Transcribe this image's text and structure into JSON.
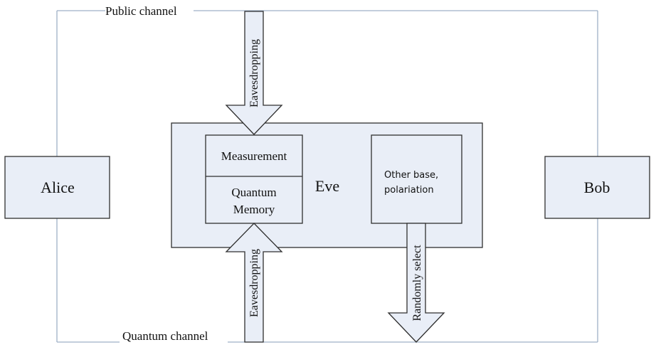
{
  "diagram": {
    "channels": {
      "public_label": "Public channel",
      "quantum_label": "Quantum channel"
    },
    "nodes": {
      "alice": "Alice",
      "bob": "Bob",
      "eve": "Eve"
    },
    "eve_inner": {
      "measurement": "Measurement",
      "quantum_memory_line1": "Quantum",
      "quantum_memory_line2": "Memory",
      "other_base_line1": "Other base,",
      "other_base_line2": "polariation"
    },
    "arrows": {
      "top_eavesdropping": "Eavesdropping",
      "bottom_eavesdropping": "Eavesdropping",
      "randomly_select": "Randomly select"
    }
  },
  "colors": {
    "box_fill": "#e9eef7",
    "stroke": "#2f2f2f",
    "channel_line": "#9fb0c6"
  }
}
